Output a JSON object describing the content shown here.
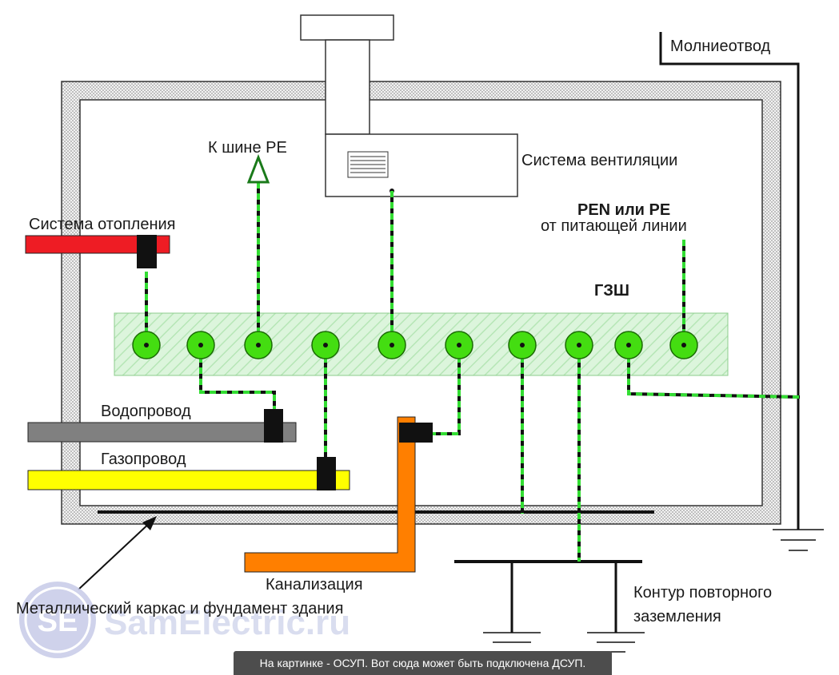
{
  "labels": {
    "lightning_rod": "Молниеотвод",
    "pe_bus": "К шине РЕ",
    "ventilation": "Система вентиляции",
    "heating": "Система отопления",
    "pen_line1": "PEN или PE",
    "pen_line2": "от питающей линии",
    "main_bus": "ГЗШ",
    "water": "Водопровод",
    "gas": "Газопровод",
    "sewer": "Канализация",
    "frame": "Металлический каркас и фундамент здания",
    "ground_loop_line1": "Контур повторного",
    "ground_loop_line2": "заземления"
  },
  "watermark": {
    "logo": "SE",
    "text": "SamElectric.ru"
  },
  "caption": "На картинке - ОСУП. Вот сюда может быть подключена ДСУП.",
  "colors": {
    "heating_pipe": "#ee1c24",
    "water_pipe": "#808080",
    "gas_pipe": "#ffff00",
    "sewer_pipe": "#ff7f00",
    "terminal": "#33cc00",
    "bus_fill": "#d8f5d8",
    "conductor_green": "#33cc33",
    "wall_hatch": "#c8c8c8"
  }
}
